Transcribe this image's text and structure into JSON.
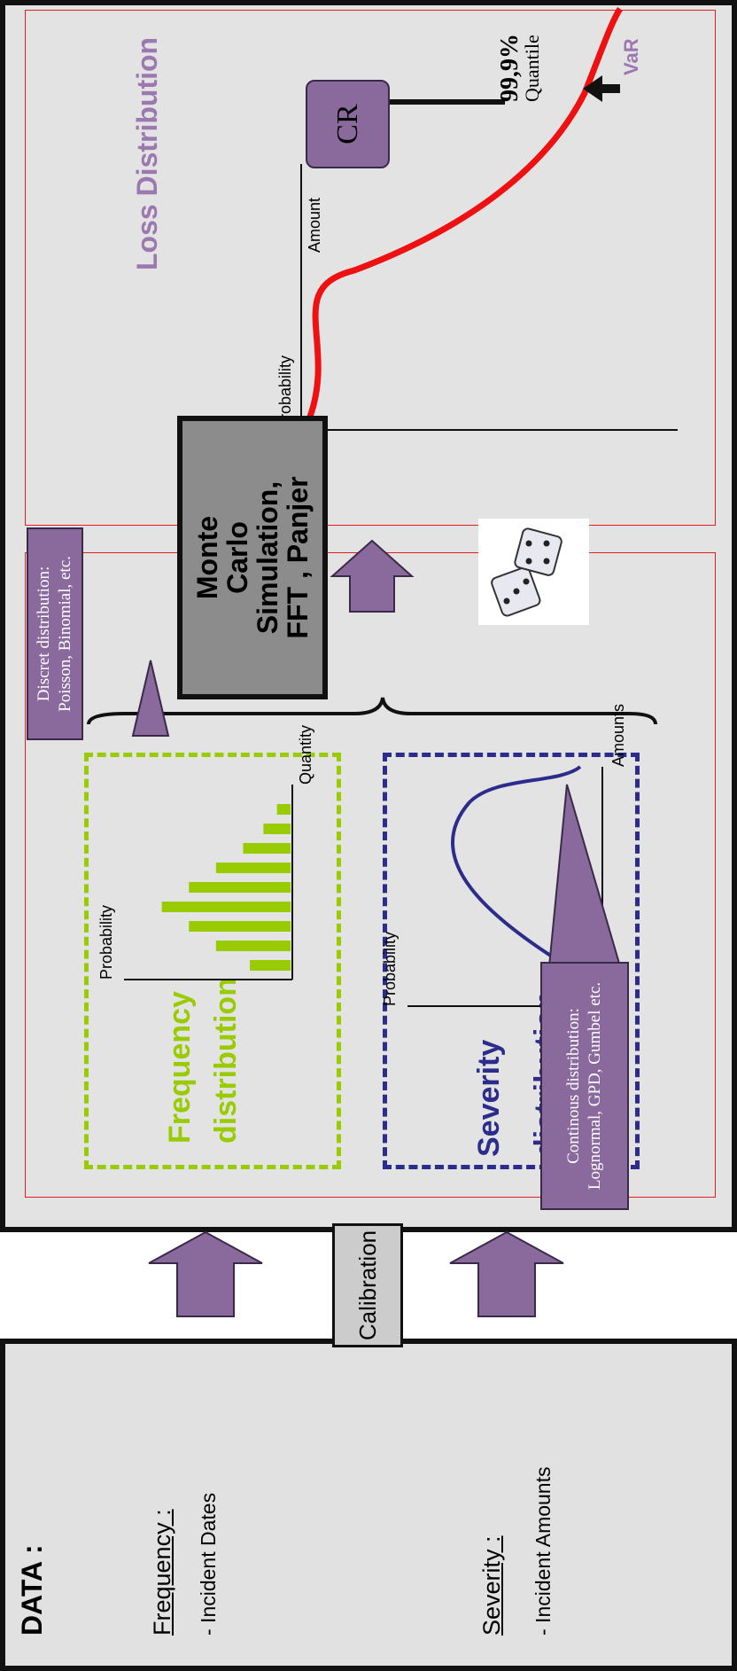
{
  "data_panel": {
    "title": "DATA :",
    "frequency_heading": "Frequency :",
    "frequency_item": "- Incident Dates",
    "severity_heading": "Severity :",
    "severity_item": "- Incident Amounts"
  },
  "calibration_label": "Calibration",
  "frequency": {
    "title_line1": "Frequency",
    "title_line2": "distribution",
    "y_label": "Probability",
    "x_label": "Quantity",
    "bar_values": [
      0.3,
      0.55,
      0.75,
      0.95,
      0.75,
      0.55,
      0.35,
      0.2,
      0.1
    ],
    "callout_line1": "Discret distribution:",
    "callout_line2": "Poisson, Binomial, etc."
  },
  "severity": {
    "title_line1": "Severity",
    "title_line2": "distribution",
    "y_label": "Probability",
    "x_label": "Amounts",
    "callout_line1": "Continous distribution:",
    "callout_line2": "Lognormal, GPD, Gumbel etc."
  },
  "monte_carlo": {
    "line1": "Monte",
    "line2": "Carlo",
    "line3": "Simulation,",
    "line4": "FFT , Panjer"
  },
  "loss": {
    "title": "Loss Distribution",
    "y_label": "Probability",
    "x_label": "Amount",
    "cr_label": "CR",
    "quantile_pct": "99,9%",
    "quantile_word": "Quantile",
    "var_label": "VaR"
  },
  "colors": {
    "frequency": "#99cc00",
    "severity": "#2c2c8c",
    "accent": "#8a6a9c",
    "loss_curve": "#ee1111"
  },
  "icons": [
    "arrow-up-icon",
    "dice-icon",
    "arrow-right-icon"
  ]
}
